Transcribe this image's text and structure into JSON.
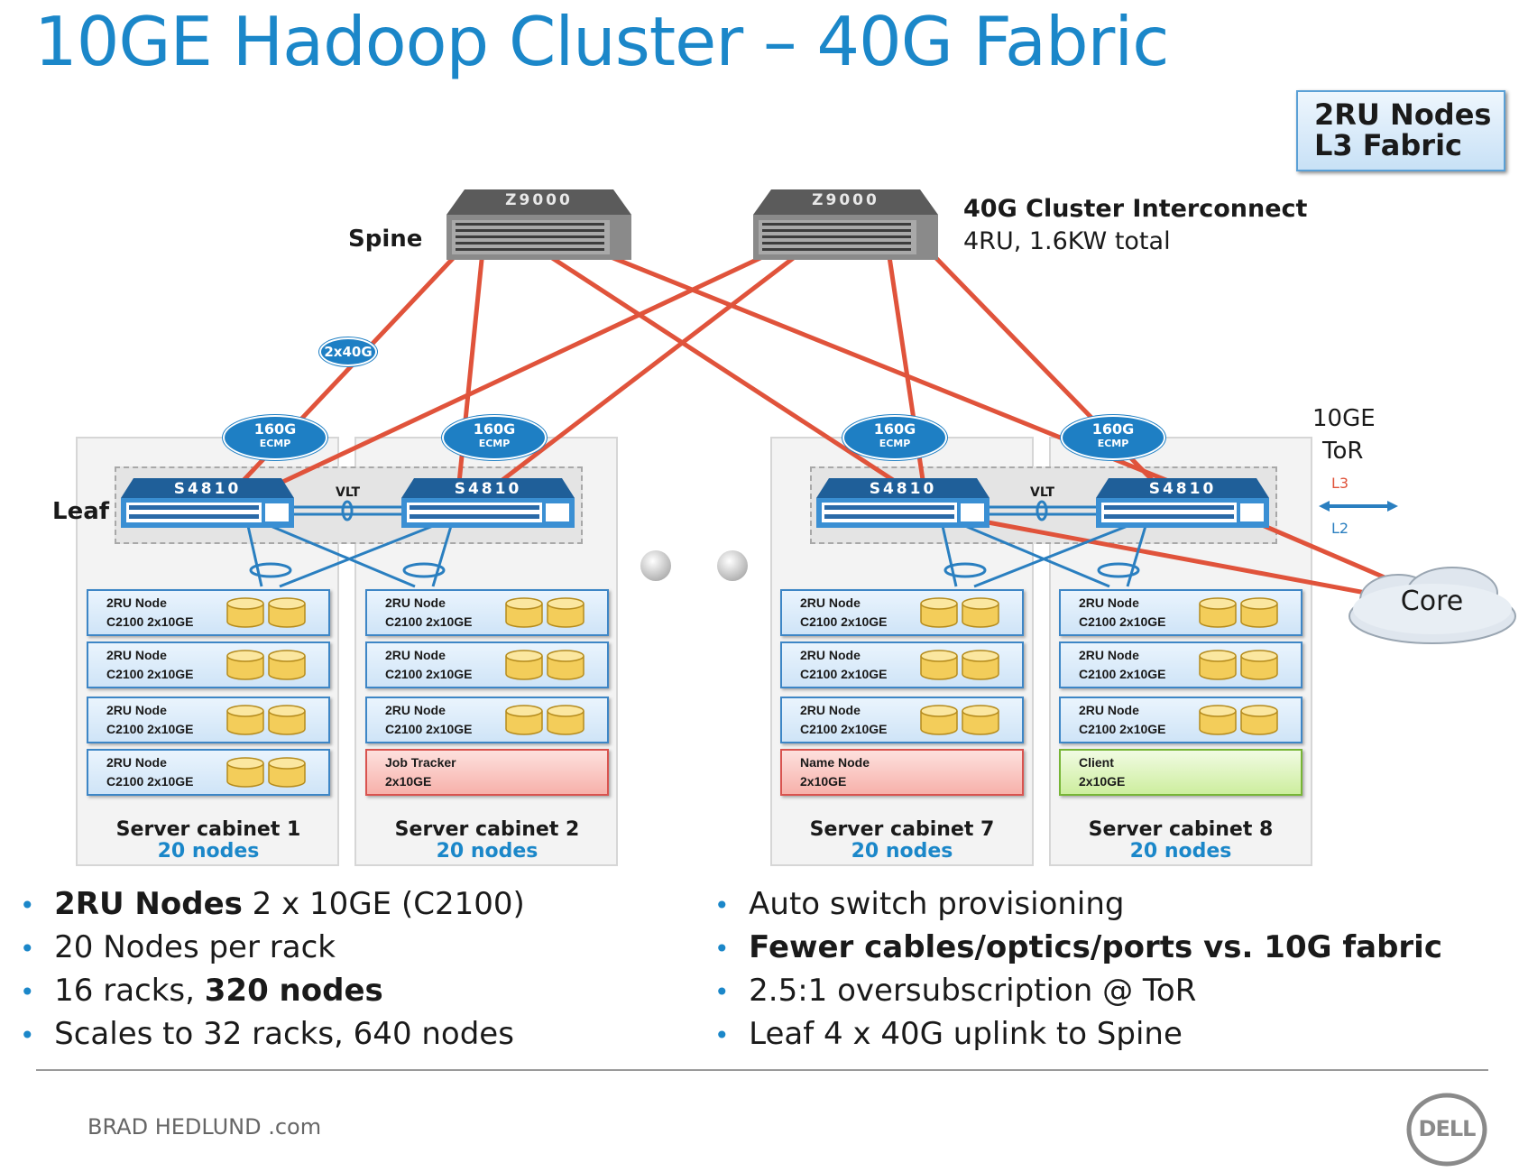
{
  "title": "10GE Hadoop Cluster – 40G Fabric",
  "badge": {
    "line1": "2RU Nodes",
    "line2": "L3 Fabric"
  },
  "spine": {
    "label": "Spine",
    "switch_model": "Z9000",
    "interconnect_title": "40G Cluster Interconnect",
    "interconnect_sub": "4RU, 1.6KW total"
  },
  "leaf": {
    "label": "Leaf",
    "switch_model": "S4810",
    "vlt": "VLT"
  },
  "link_label": "2x40G",
  "ecmp": {
    "speed": "160G",
    "type": "ECMP"
  },
  "tor_legend": {
    "line1": "10GE",
    "line2": "ToR",
    "l3": "L3",
    "l2": "L2"
  },
  "core_label": "Core",
  "cabinets": [
    {
      "name": "Server cabinet 1",
      "count": "20 nodes",
      "nodes": [
        {
          "l1": "2RU Node",
          "l2": "C2100 2x10GE",
          "kind": "normal"
        },
        {
          "l1": "2RU Node",
          "l2": "C2100 2x10GE",
          "kind": "normal"
        },
        {
          "l1": "2RU Node",
          "l2": "C2100 2x10GE",
          "kind": "normal"
        },
        {
          "l1": "2RU Node",
          "l2": "C2100 2x10GE",
          "kind": "normal"
        }
      ]
    },
    {
      "name": "Server cabinet 2",
      "count": "20 nodes",
      "nodes": [
        {
          "l1": "2RU Node",
          "l2": "C2100 2x10GE",
          "kind": "normal"
        },
        {
          "l1": "2RU Node",
          "l2": "C2100 2x10GE",
          "kind": "normal"
        },
        {
          "l1": "2RU Node",
          "l2": "C2100 2x10GE",
          "kind": "normal"
        },
        {
          "l1": "Job Tracker",
          "l2": "2x10GE",
          "kind": "red"
        }
      ]
    },
    {
      "name": "Server cabinet 7",
      "count": "20 nodes",
      "nodes": [
        {
          "l1": "2RU Node",
          "l2": "C2100 2x10GE",
          "kind": "normal"
        },
        {
          "l1": "2RU Node",
          "l2": "C2100 2x10GE",
          "kind": "normal"
        },
        {
          "l1": "2RU Node",
          "l2": "C2100 2x10GE",
          "kind": "normal"
        },
        {
          "l1": "Name Node",
          "l2": "2x10GE",
          "kind": "red"
        }
      ]
    },
    {
      "name": "Server cabinet 8",
      "count": "20 nodes",
      "nodes": [
        {
          "l1": "2RU Node",
          "l2": "C2100 2x10GE",
          "kind": "normal"
        },
        {
          "l1": "2RU Node",
          "l2": "C2100 2x10GE",
          "kind": "normal"
        },
        {
          "l1": "2RU Node",
          "l2": "C2100 2x10GE",
          "kind": "normal"
        },
        {
          "l1": "Client",
          "l2": "2x10GE",
          "kind": "green"
        }
      ]
    }
  ],
  "bullets_left": [
    {
      "bold": "2RU Nodes",
      "rest": " 2 x 10GE (C2100)"
    },
    {
      "pre": "20 Nodes per rack"
    },
    {
      "pre": "16 racks, ",
      "bold": "320 nodes"
    },
    {
      "pre": "Scales to 32 racks, 640 nodes"
    }
  ],
  "bullets_right": [
    {
      "pre": "Auto switch provisioning"
    },
    {
      "bold": "Fewer cables/optics/ports vs. 10G fabric"
    },
    {
      "pre": "2.5:1 oversubscription @ ToR"
    },
    {
      "pre": "Leaf 4 x 40G uplink to Spine"
    }
  ],
  "footer": {
    "brand": "BRAD HEDLUND .com",
    "logo": "DELL"
  },
  "colors": {
    "title": "#1b87c9",
    "link": "#e0533b",
    "switch": "#2a7fc0",
    "ecmp": "#1e7fc4"
  }
}
